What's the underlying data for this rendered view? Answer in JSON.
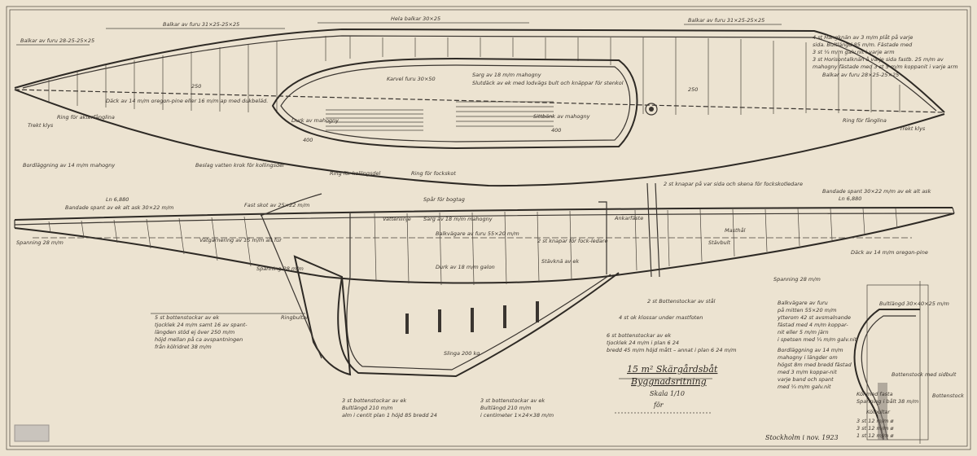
{
  "title": {
    "line1": "15 m² Skärgårdsbåt",
    "line2": "Byggnadsritning",
    "scale": "Skala 1/10",
    "ref": "för"
  },
  "signature": "Stockholm i nov. 1923",
  "deck_plan": {
    "labels": [
      "Balkar av furu 28-25-25×25",
      "Balkar av furu 31×25-25×25",
      "Hela balkar 30×25",
      "Balkar av furu 31×25-25×25",
      "Karvel furu 30×50",
      "Sarg av 18 m/m mahogny",
      "Slutdäck av ek med lodvägs bult och knäppar för stenkol",
      "Däck av 14 m/m oregon-pine eller 16 m/m ap med dukbeläd.",
      "Ring för akterfånglina",
      "Trekt klys",
      "Ring för fånglina",
      "Trekt klys",
      "Bordläggning av 14 m/m mahogny",
      "Sittbänk av mahogny",
      "Durk av mahogny",
      "Ring för kollingsdel",
      "Ring för fockskot",
      "Beslag vatten krok för kollingsdel",
      "250",
      "250",
      "400",
      "400"
    ],
    "note": [
      "4 st Hängknän av 3 m/m plåt på varje",
      "sida. Bultlängd 85 m/m. Fästade med",
      "3 st ¼ m/m galv.nit i varje arm",
      "3 st Horisontalknän å varje sida fastb. 25 m/m av",
      "mahogny fästade med 3 st 5 m/m koppanit i varje arm",
      "Balkar av furu 28×25-25×25"
    ]
  },
  "profile": {
    "labels": [
      "Bandade spant av ek alt ask 30×22 m/m",
      "Ln 6,880",
      "Ln 6,880",
      "Bandade spant 30×22 m/m av ek alt ask",
      "Spår för bogtag",
      "Fast skot av 25×22 m/m",
      "Vattenlinje",
      "Sarg av 18 m/m mahogny",
      "Balkvägare av furu 55×20 m/m",
      "Vätgarnering av 15 m/m alt fur",
      "Spanning 28 m/m",
      "Spanning 28 m/m",
      "Spanning 28 m/m",
      "Stävknä av ek",
      "Durk av 18 m/m galon",
      "Ankarfäste",
      "2 st Bottenstockar av stål",
      "4 st ok klossar under mastfoten",
      "2 st knapar för fock-ledare",
      "Stävbult",
      "Masthål",
      "Slinga 200 kg",
      "2 st knapar på var sida och skena för fockskotledare",
      "Ringbultar"
    ]
  },
  "notes": {
    "bottenstockar_left": [
      "5 st bottenstockar av ek",
      "tjocklek 24 m/m samt 16 av spant-",
      "längden stöd ej över 250 m/m",
      "höjd mellan på ca avspantningen",
      "från kölridret 38 m/m"
    ],
    "bottenstockar_mid1": [
      "3 st bottenstockar av ek",
      "Bultlängd 210 m/m",
      "alm i centit plan 1 höjd 85 bredd 24"
    ],
    "bottenstockar_mid2": [
      "3 st bottenstockar av ek",
      "Bultlängd 210 m/m",
      "i centimeter 1×24×38 m/m"
    ],
    "bottenstockar_right": [
      "6 st bottenstockar av ek",
      "tjocklek 24 m/m i plan 6 24",
      "bredd 45 m/m höjd mått – annat i plan 6 24 m/m"
    ],
    "section": [
      "Balkvägare av furu",
      "på mitten 55×20 m/m",
      "ytterom 42 st avsmalnande",
      "fästad med 4 m/m koppar-",
      "nit eller 5 m/m järn",
      "i spetsen med ¼ m/m galv.nit",
      "Bordläggning av 14 m/m",
      "mahogny i längder om",
      "högst 8m med bredd fästad",
      "med 3 m/m koppar-nit",
      "varje band och spant",
      "med ¼ m/m galv.nit"
    ],
    "section_labels": [
      "Däck av 14 m/m oregon-pine",
      "Bultlängd 30×40×25 m/m",
      "Bottenstock med sidbult",
      "Bottenstock"
    ],
    "fastening_table": {
      "header1": "Köl med fasta",
      "header2": "Spanning i bålt 38 m/m",
      "title": "Kölbultar",
      "rows": [
        "3 st 12 m/m ø",
        "3 st 12 m/m ø",
        "1 st 12 m/m ø"
      ]
    }
  },
  "colors": {
    "paper": "#efe7d6",
    "ink": "#3a3530"
  }
}
